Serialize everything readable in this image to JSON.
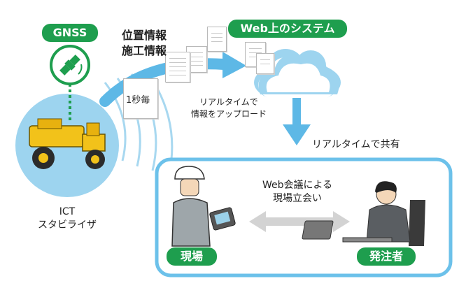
{
  "gnss": {
    "label": "GNSS"
  },
  "info": {
    "line1": "位置情報",
    "line2": "施工情報"
  },
  "interval": {
    "label": "1秒毎"
  },
  "web_system": {
    "label": "Web上のシステム"
  },
  "upload": {
    "line1": "リアルタイムで",
    "line2": "情報をアップロード"
  },
  "share": {
    "label": "リアルタイムで共有"
  },
  "meeting": {
    "line1": "Web会議による",
    "line2": "現場立会い"
  },
  "machine": {
    "line1": "ICT",
    "line2": "スタビライザ"
  },
  "site": {
    "label": "現場"
  },
  "client": {
    "label": "発注者"
  },
  "colors": {
    "green": "#1e9e4e",
    "light_blue": "#9dd4ef",
    "mid_blue": "#5db8e6",
    "frame_blue": "#6cc1ea",
    "machine_yellow": "#f2c21a"
  }
}
